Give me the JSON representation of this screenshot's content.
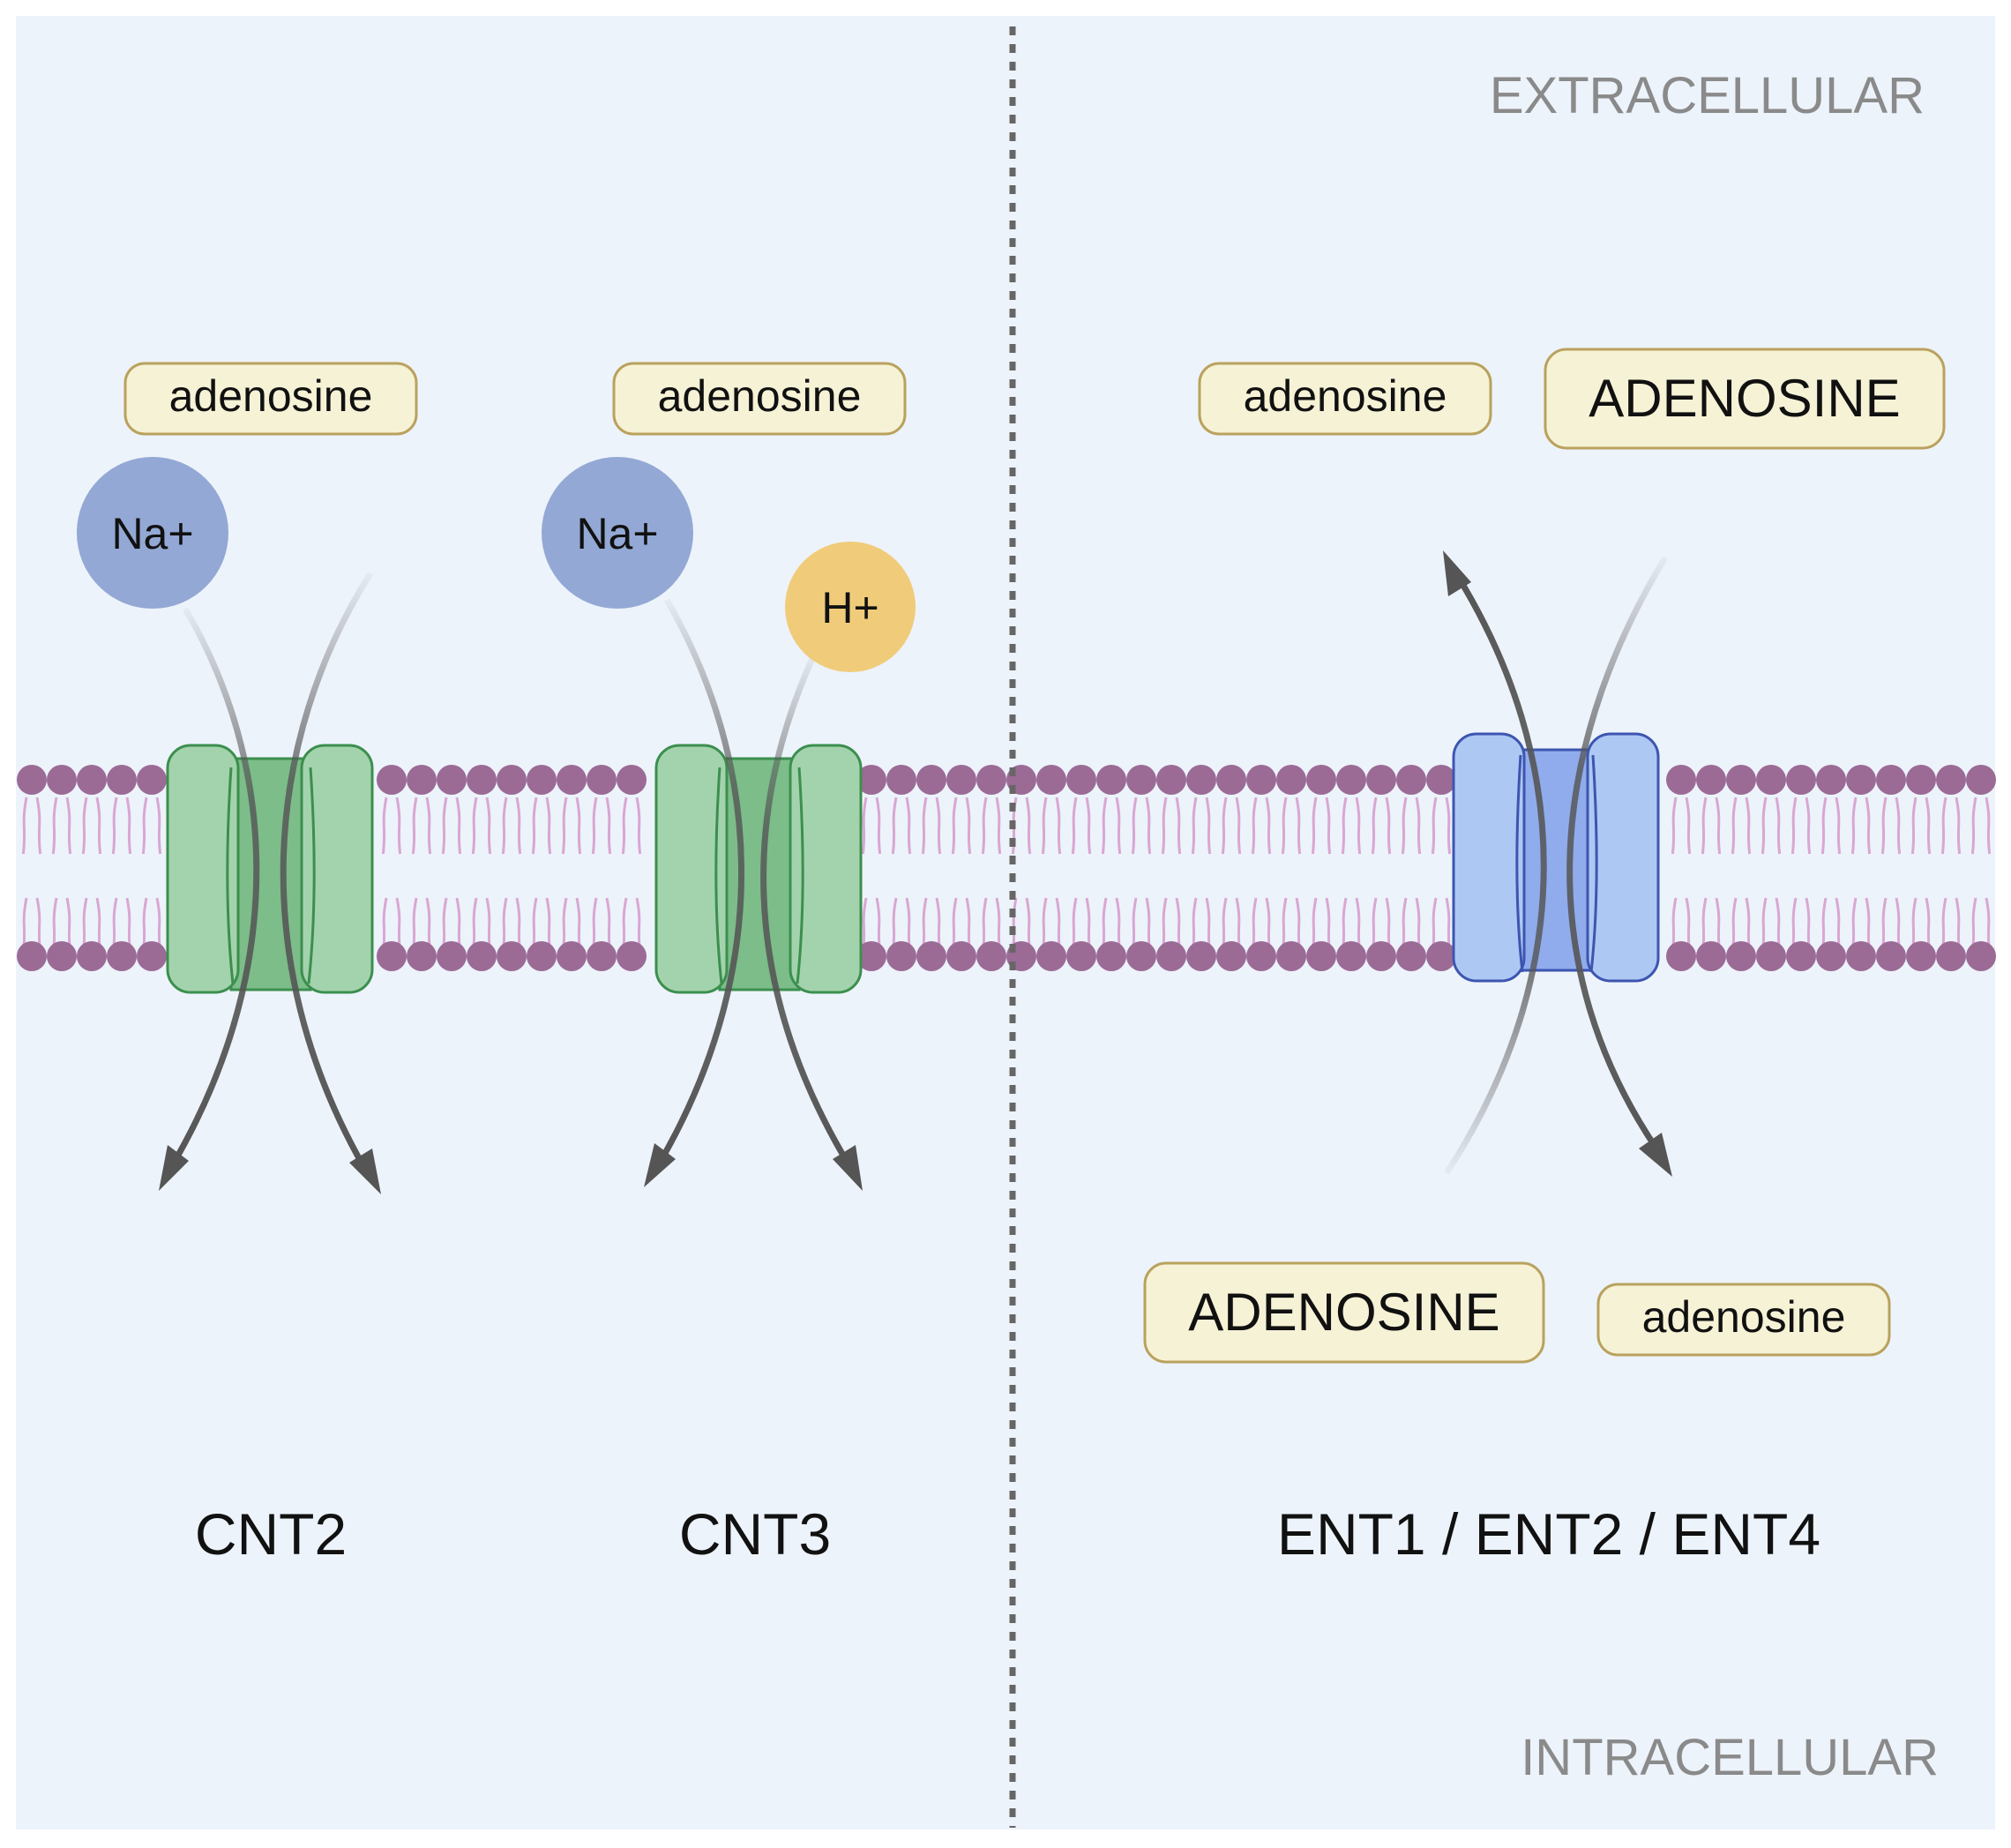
{
  "regions": {
    "extracellular": "EXTRACELLULAR",
    "intracellular": "INTRACELLULAR"
  },
  "transporters": {
    "cnt2": {
      "name": "CNT2",
      "substrate": "adenosine",
      "ion": "Na+"
    },
    "cnt3": {
      "name": "CNT3",
      "substrate": "adenosine",
      "ion_na": "Na+",
      "ion_h": "H+"
    },
    "ent": {
      "name": "ENT1 / ENT2 / ENT4",
      "outside_low": "adenosine",
      "outside_high": "ADENOSINE",
      "inside_high": "ADENOSINE",
      "inside_low": "adenosine"
    }
  },
  "colors": {
    "background": "#edf3fb",
    "membrane_head": "#9b6b96",
    "membrane_tail": "#d9a7d2",
    "cnt_fill": "#a3d3ad",
    "cnt_core": "#7cbd8a",
    "cnt_stroke": "#3c8f4e",
    "ent_fill": "#adc8f3",
    "ent_core": "#90acec",
    "ent_stroke": "#3d55b0",
    "substrate_fill": "#f6f2d6",
    "substrate_stroke": "#b9a25d",
    "na_fill": "#93a8d4",
    "h_fill": "#f0cc7a",
    "arrow": "#555555",
    "divider": "#666666"
  }
}
